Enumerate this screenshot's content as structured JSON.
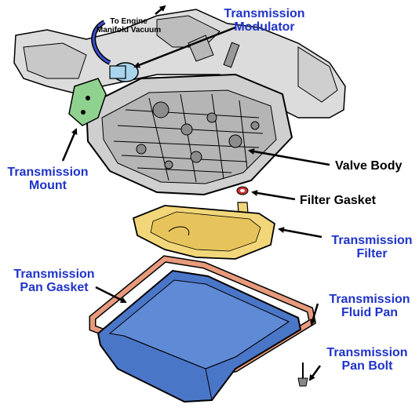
{
  "diagram": {
    "labels": {
      "engine_vacuum_line1": "To Engine",
      "engine_vacuum_line2": "Manifold Vacuum",
      "modulator_line1": "Transmission",
      "modulator_line2": "Modulator",
      "mount_line1": "Transmission",
      "mount_line2": "Mount",
      "valve_body": "Valve Body",
      "filter_gasket": "Filter Gasket",
      "filter_line1": "Transmission",
      "filter_line2": "Filter",
      "pan_gasket_line1": "Transmission",
      "pan_gasket_line2": "Pan Gasket",
      "fluid_pan_line1": "Transmission",
      "fluid_pan_line2": "Fluid Pan",
      "pan_bolt_line1": "Transmission",
      "pan_bolt_line2": "Pan Bolt"
    },
    "colors": {
      "label_blue": "#1f33c9",
      "pan_blue": "#4a76c8",
      "filter_yellow": "#f2d77a",
      "gasket_orange": "#e89a7c",
      "mount_green": "#8fd18f",
      "modulator_blue": "#a9d4ec",
      "housing_gray": "#d9d9d9"
    }
  }
}
